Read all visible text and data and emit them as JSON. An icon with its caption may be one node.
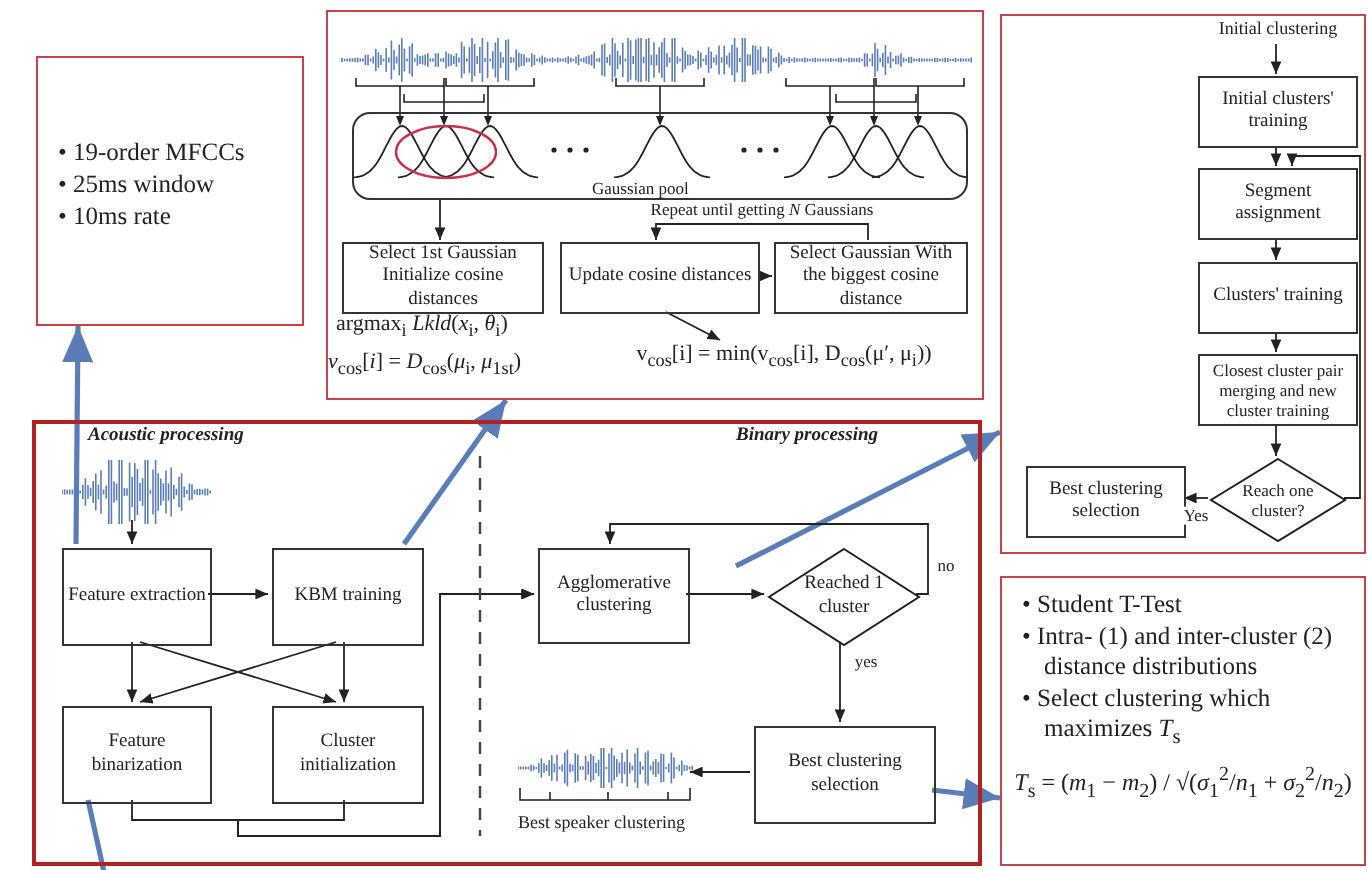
{
  "diagram": {
    "nodes": [
      {
        "text": [
          "• 19-order MFCCs",
          "• 25ms window",
          "• 10ms rate"
        ]
      },
      {
        "text": [],
        "shape": "box"
      },
      {
        "text": [
          "Gaussian pool"
        ],
        "in": 1
      },
      {
        "text": [
          "Select 1st Gaussian Initialize cosine distances"
        ],
        "in": 1
      },
      {
        "text": [
          "Update cosine distances"
        ],
        "in": 1
      },
      {
        "text": [
          "Select Gaussian With the biggest cosine distance"
        ],
        "in": 1
      },
      {
        "text": [
          "v$_{cos}$[i] = min(v$_{cos}$[i], D$_{cos}$(μ′, μ$_{i}$))"
        ],
        "in": 1
      },
      {
        "text": [],
        "shape": "box"
      },
      {
        "text": [
          "Initial clustering"
        ],
        "in": 7
      },
      {
        "text": [
          "Initial clusters' training"
        ],
        "in": 7
      },
      {
        "text": [
          "Segment assignment"
        ],
        "in": 7
      },
      {
        "text": [
          "Clusters' training"
        ],
        "in": 7
      },
      {
        "text": [
          "Closest cluster pair merging and new cluster training"
        ],
        "in": 7
      },
      {
        "text": [
          "Reach one cluster?"
        ],
        "in": 7
      },
      {
        "text": [
          "Best clustering selection"
        ],
        "in": 7
      },
      {
        "text": [],
        "shape": "box"
      },
      {
        "text": [
          "Feature extraction"
        ],
        "in": 15
      },
      {
        "text": [
          "KBM training"
        ],
        "in": 15
      },
      {
        "text": [
          "Feature binarization"
        ],
        "in": 15
      },
      {
        "text": [
          "Cluster initialization"
        ],
        "in": 15
      },
      {
        "text": [
          "Agglomerative clustering"
        ],
        "in": 15
      },
      {
        "text": [
          "Reached 1 cluster"
        ],
        "in": 15
      },
      {
        "text": [
          "Best clustering selection"
        ],
        "in": 15
      },
      {
        "text": [],
        "shape": "picture",
        "in": 15
      },
      {
        "text": [],
        "shape": "picture",
        "in": 15,
        "beside": [
          "Best speaker clustering"
        ]
      },
      {
        "text": [
          "• Student T-Test",
          "• Intra- (1) and inter-cluster (2) distance distributions",
          "• Select clustering which maximizes *T*$_{s}$",
          "*T*$_{s}$ = (*m*$_{1}$ − *m*$_{2}$) / √(*σ*$_{1}$$^{2}$/*n*$_{1}$ + *σ*$_{2}$$^{2}$/*n*$_{2}$)"
        ]
      }
    ],
    "edges": [
      {
        "from": 16,
        "to": 0,
        "arrow": "to",
        "style": "thick",
        "color": "#5a7db8"
      },
      {
        "from": 17,
        "to": 1,
        "arrow": "to",
        "style": "thick",
        "color": "#5a7db8"
      },
      {
        "from": null,
        "to": 7,
        "arrow": "to",
        "style": "thick",
        "color": "#5a7db8"
      },
      {
        "from": 22,
        "to": 25,
        "arrow": "to",
        "style": "thick",
        "color": "#5a7db8"
      },
      {
        "from": 18,
        "to": null,
        "arrow": "none",
        "style": "thick",
        "color": "#5a7db8"
      },
      {
        "from": 2,
        "to": 3,
        "arrow": "to"
      },
      {
        "from": 4,
        "to": 6,
        "arrow": "to"
      },
      {
        "from": 5,
        "to": 4,
        "arrow": "to",
        "label": "Repeat until getting *N* Gaussians"
      },
      {
        "from": 4,
        "to": 5,
        "arrow": "to"
      },
      {
        "from": 8,
        "to": 9,
        "arrow": "to"
      },
      {
        "from": 9,
        "to": 10,
        "arrow": "to"
      },
      {
        "from": 10,
        "to": 11,
        "arrow": "to"
      },
      {
        "from": 11,
        "to": 12,
        "arrow": "to"
      },
      {
        "from": 12,
        "to": 13,
        "arrow": "to"
      },
      {
        "from": 13,
        "to": 14,
        "arrow": "to",
        "label": "Yes"
      },
      {
        "from": 13,
        "to": 10,
        "arrow": "to"
      },
      {
        "from": 23,
        "to": 16,
        "arrow": "to"
      },
      {
        "from": 16,
        "to": 17,
        "arrow": "to"
      },
      {
        "from": 16,
        "to": 18,
        "arrow": "to"
      },
      {
        "from": 16,
        "to": 19,
        "arrow": "to"
      },
      {
        "from": 17,
        "to": 18,
        "arrow": "to"
      },
      {
        "from": 17,
        "to": 19,
        "arrow": "to"
      },
      {
        "from": 18,
        "to": 20,
        "arrow": "to"
      },
      {
        "from": 19,
        "to": 20,
        "arrow": "to"
      },
      {
        "from": 20,
        "to": 21,
        "arrow": "to"
      },
      {
        "from": 21,
        "to": 20,
        "arrow": "to",
        "label": "no"
      },
      {
        "from": 21,
        "to": 22,
        "arrow": "to",
        "label": "yes"
      },
      {
        "from": 22,
        "to": 24,
        "arrow": "to"
      }
    ],
    "labels": [
      "argmax$_{i}$ *Lkld*(*x*$_{i}$, *θ*$_{i}$)",
      "*v*$_{cos}$[*i*] = *D*$_{cos}$(*μ*$_{i}$, *μ*$_{1st}$)",
      "Acoustic processing",
      "Binary processing"
    ]
  }
}
